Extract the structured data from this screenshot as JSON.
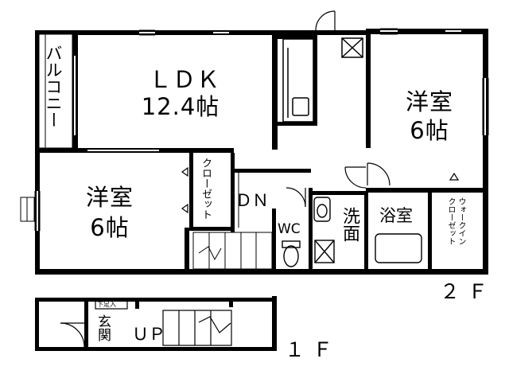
{
  "floor_2": {
    "ldk": {
      "line1": "ＬＤＫ",
      "line2": "12.4帖"
    },
    "western_room_right": {
      "line1": "洋室",
      "line2": "6帖"
    },
    "western_room_left": {
      "line1": "洋室",
      "line2": "6帖"
    },
    "balcony": "バルコニー",
    "closet": "クローゼット",
    "stairs_down": "ＤＮ",
    "toilet": "WC",
    "washroom": "洗面",
    "bathroom": "浴室",
    "walk_in_closet_line1": "ウォークイン",
    "walk_in_closet_line2": "クローゼット",
    "floor_label": "２Ｆ"
  },
  "floor_1": {
    "entrance": "玄関",
    "shoe_storage": "下足入",
    "stairs_up": "ＵＰ",
    "floor_label": "１Ｆ"
  },
  "colors": {
    "wall": "#000000",
    "background": "#ffffff",
    "balcony_fill": "#ffffff"
  }
}
